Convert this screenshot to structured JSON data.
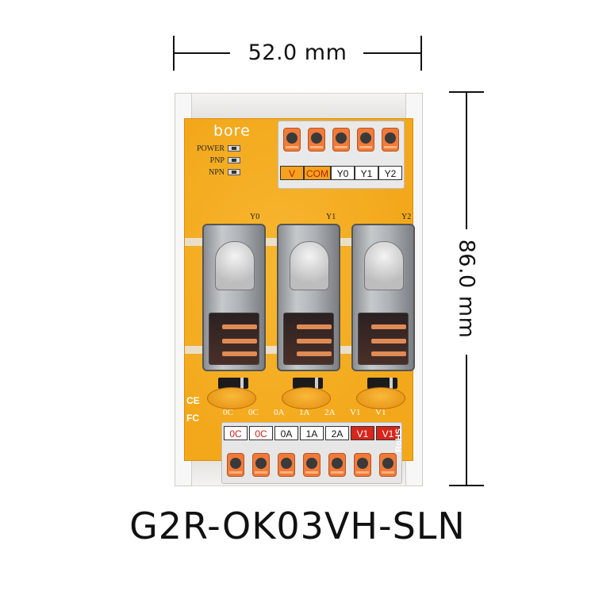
{
  "dimensions": {
    "width_label": "52.0 mm",
    "height_label": "86.0 mm"
  },
  "board": {
    "brand": "bore",
    "mode_labels": [
      "POWER",
      "PNP",
      "NPN"
    ],
    "top_terminals": [
      {
        "label": "V",
        "style": "orange"
      },
      {
        "label": "COM",
        "style": "orange"
      },
      {
        "label": "Y0",
        "style": "white"
      },
      {
        "label": "Y1",
        "style": "white"
      },
      {
        "label": "Y2",
        "style": "white"
      }
    ],
    "relay_labels": [
      "Y0",
      "Y1",
      "Y2"
    ],
    "bottom_silkscreen": [
      "0C",
      "0C",
      "0A",
      "1A",
      "2A",
      "V1",
      "V1"
    ],
    "bottom_terminals": [
      {
        "label": "0C",
        "style": "red-text"
      },
      {
        "label": "0C",
        "style": "red-text"
      },
      {
        "label": "0A",
        "style": "white"
      },
      {
        "label": "1A",
        "style": "white"
      },
      {
        "label": "2A",
        "style": "white"
      },
      {
        "label": "V1",
        "style": "red"
      },
      {
        "label": "V1",
        "style": "red"
      }
    ],
    "marks": {
      "ce": "CE",
      "fc": "FC",
      "rohs": "RoHS"
    }
  },
  "model": "G2R-OK03VH-SLN",
  "colors": {
    "pcb": "#f3a81b",
    "lever": "#f07a3a",
    "tag_red": "#d8261c"
  }
}
